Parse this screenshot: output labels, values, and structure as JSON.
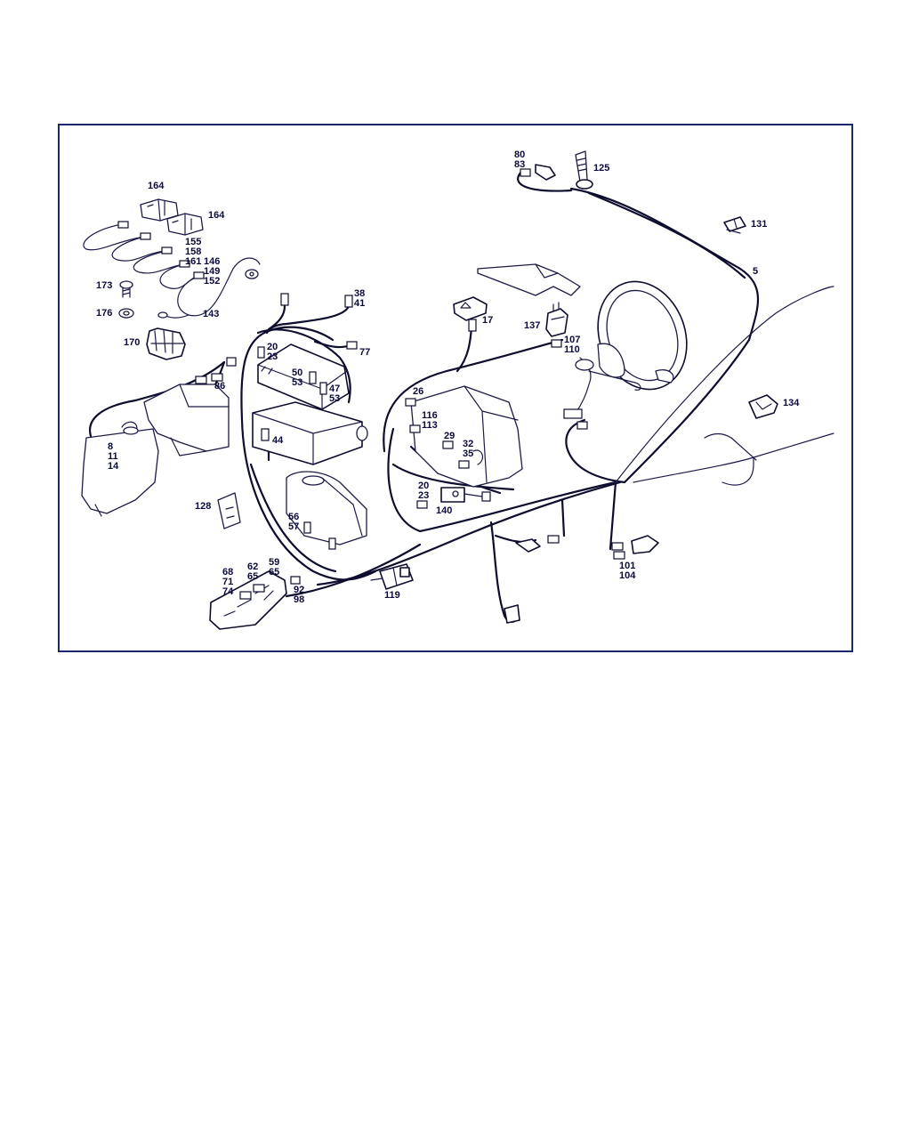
{
  "diagram": {
    "frame_color": "#1a2a6c",
    "line_color": "#0d0d2e",
    "callouts": [
      {
        "id": "c80",
        "text": "80"
      },
      {
        "id": "c83",
        "text": "83"
      },
      {
        "id": "c125",
        "text": "125"
      },
      {
        "id": "c164a",
        "text": "164"
      },
      {
        "id": "c164b",
        "text": "164"
      },
      {
        "id": "c131",
        "text": "131"
      },
      {
        "id": "c155",
        "text": "155"
      },
      {
        "id": "c158",
        "text": "158"
      },
      {
        "id": "c161",
        "text": "161"
      },
      {
        "id": "c146",
        "text": "146"
      },
      {
        "id": "c149",
        "text": "149"
      },
      {
        "id": "c152",
        "text": "152"
      },
      {
        "id": "c5",
        "text": "5"
      },
      {
        "id": "c173",
        "text": "173"
      },
      {
        "id": "c38",
        "text": "38"
      },
      {
        "id": "c41",
        "text": "41"
      },
      {
        "id": "c176",
        "text": "176"
      },
      {
        "id": "c143",
        "text": "143"
      },
      {
        "id": "c17",
        "text": "17"
      },
      {
        "id": "c137",
        "text": "137"
      },
      {
        "id": "c170",
        "text": "170"
      },
      {
        "id": "c20a",
        "text": "20"
      },
      {
        "id": "c23a",
        "text": "23"
      },
      {
        "id": "c77",
        "text": "77"
      },
      {
        "id": "c107",
        "text": "107"
      },
      {
        "id": "c110",
        "text": "110"
      },
      {
        "id": "c50",
        "text": "50"
      },
      {
        "id": "c53a",
        "text": "53"
      },
      {
        "id": "c47",
        "text": "47"
      },
      {
        "id": "c53b",
        "text": "53"
      },
      {
        "id": "c86",
        "text": "86"
      },
      {
        "id": "c26",
        "text": "26"
      },
      {
        "id": "c134",
        "text": "134"
      },
      {
        "id": "c116",
        "text": "116"
      },
      {
        "id": "c113",
        "text": "113"
      },
      {
        "id": "c44",
        "text": "44"
      },
      {
        "id": "c29",
        "text": "29"
      },
      {
        "id": "c8",
        "text": "8"
      },
      {
        "id": "c32",
        "text": "32"
      },
      {
        "id": "c11",
        "text": "11"
      },
      {
        "id": "c35",
        "text": "35"
      },
      {
        "id": "c14",
        "text": "14"
      },
      {
        "id": "c20b",
        "text": "20"
      },
      {
        "id": "c23b",
        "text": "23"
      },
      {
        "id": "c128",
        "text": "128"
      },
      {
        "id": "c140",
        "text": "140"
      },
      {
        "id": "c56",
        "text": "56"
      },
      {
        "id": "c57",
        "text": "57"
      },
      {
        "id": "c101",
        "text": "101"
      },
      {
        "id": "c59",
        "text": "59"
      },
      {
        "id": "c104",
        "text": "104"
      },
      {
        "id": "c68",
        "text": "68"
      },
      {
        "id": "c62",
        "text": "62"
      },
      {
        "id": "c65a",
        "text": "65"
      },
      {
        "id": "c71",
        "text": "71"
      },
      {
        "id": "c65b",
        "text": "65"
      },
      {
        "id": "c92",
        "text": "92"
      },
      {
        "id": "c74",
        "text": "74"
      },
      {
        "id": "c119",
        "text": "119"
      },
      {
        "id": "c98",
        "text": "98"
      }
    ]
  }
}
